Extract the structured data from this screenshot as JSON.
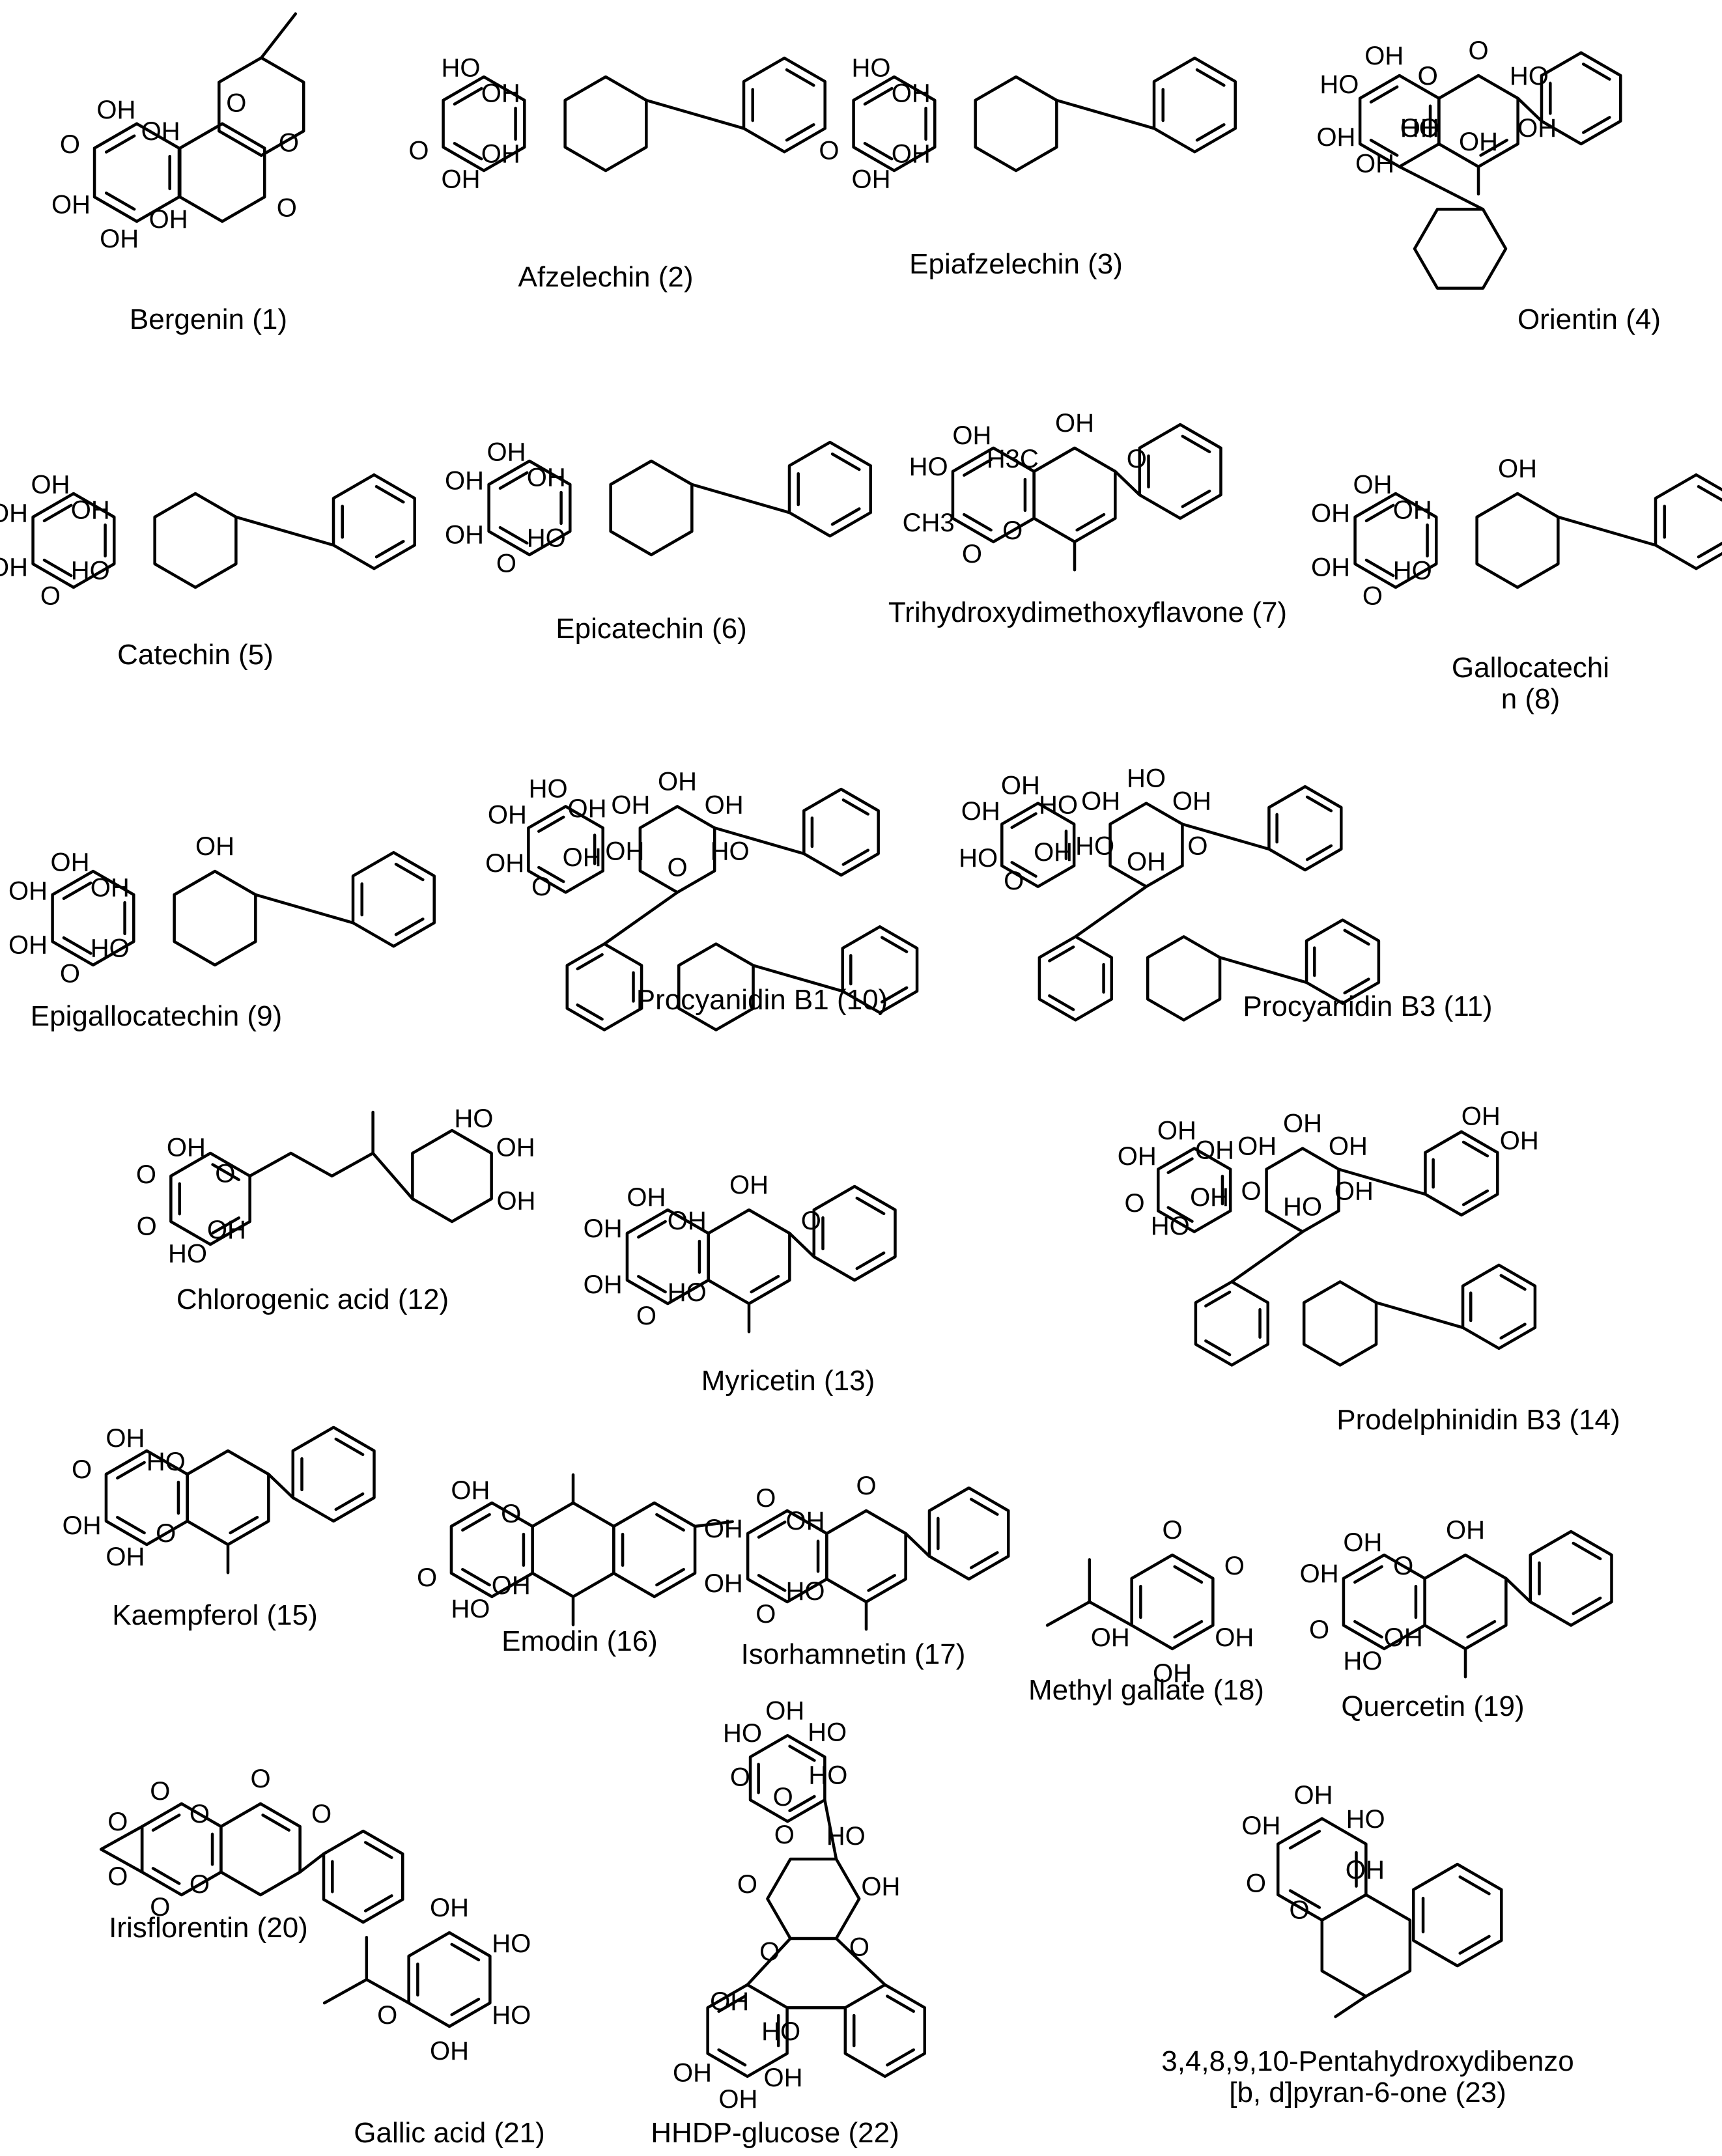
{
  "figure": {
    "background": "#ffffff",
    "ink": "#000000",
    "compounds": [
      {
        "id": "c1",
        "caption": [
          "Bergenin (1)"
        ],
        "labels": [
          "OH",
          "OH",
          "OH",
          "OH",
          "OH",
          "O",
          "O",
          "O",
          "O"
        ],
        "scaffold": "bergenin"
      },
      {
        "id": "c2",
        "caption": [
          "Afzelechin (2)"
        ],
        "labels": [
          "HO",
          "OH",
          "OH",
          "OH",
          "O"
        ],
        "scaffold": "flavan"
      },
      {
        "id": "c3",
        "caption": [
          "Epiafzelechin (3)"
        ],
        "labels": [
          "HO",
          "OH",
          "OH",
          "OH",
          "O"
        ],
        "scaffold": "flavan"
      },
      {
        "id": "c4",
        "caption": [
          "Orientin (4)"
        ],
        "labels": [
          "OH",
          "O",
          "HO",
          "OH",
          "OH",
          "HO",
          "O",
          "HO",
          "OH",
          "OH",
          "OH",
          "O"
        ],
        "scaffold": "flavone-glucoside"
      },
      {
        "id": "c5",
        "caption": [
          "Catechin (5)"
        ],
        "labels": [
          "OH",
          "OH",
          "HO",
          "O",
          "OH",
          "OH"
        ],
        "scaffold": "flavan"
      },
      {
        "id": "c6",
        "caption": [
          "Epicatechin (6)"
        ],
        "labels": [
          "OH",
          "OH",
          "HO",
          "O",
          "OH",
          "OH"
        ],
        "scaffold": "flavan"
      },
      {
        "id": "c7",
        "caption": [
          "Trihydroxydimethoxyflavone (7)"
        ],
        "labels": [
          "OH",
          "H3C",
          "O",
          "O",
          "CH3",
          "HO",
          "OH",
          "O"
        ],
        "scaffold": "flavone"
      },
      {
        "id": "c8",
        "caption": [
          "Gallocatechi",
          "n (8)"
        ],
        "labels": [
          "OH",
          "OH",
          "HO",
          "O",
          "OH",
          "OH",
          "OH"
        ],
        "scaffold": "flavan"
      },
      {
        "id": "c9",
        "caption": [
          "Epigallocatechin (9)"
        ],
        "labels": [
          "OH",
          "OH",
          "HO",
          "O",
          "OH",
          "OH",
          "OH"
        ],
        "scaffold": "flavan"
      },
      {
        "id": "c10",
        "caption": [
          "Procyanidin B1 (10)"
        ],
        "labels": [
          "HO",
          "OH",
          "OH",
          "O",
          "OH",
          "OH",
          "OH",
          "OH",
          "HO",
          "O",
          "OH",
          "OH"
        ],
        "scaffold": "dimer"
      },
      {
        "id": "c11",
        "caption": [
          "Procyanidin B3 (11)"
        ],
        "labels": [
          "OH",
          "HO",
          "OH",
          "O",
          "HO",
          "OH",
          "HO",
          "OH",
          "O",
          "OH",
          "HO",
          "OH"
        ],
        "scaffold": "dimer"
      },
      {
        "id": "c12",
        "caption": [
          "Chlorogenic acid (12)"
        ],
        "labels": [
          "OH",
          "O",
          "OH",
          "HO",
          "O",
          "O",
          "HO",
          "OH",
          "OH"
        ],
        "scaffold": "ester"
      },
      {
        "id": "c13",
        "caption": [
          "Myricetin (13)"
        ],
        "labels": [
          "OH",
          "OH",
          "HO",
          "O",
          "OH",
          "OH",
          "OH",
          "O"
        ],
        "scaffold": "flavone"
      },
      {
        "id": "c14",
        "caption": [
          "Prodelphinidin B3 (14)"
        ],
        "labels": [
          "OH",
          "OH",
          "OH",
          "HO",
          "O",
          "OH",
          "OH",
          "OH",
          "OH",
          "HO",
          "O",
          "OH",
          "OH",
          "OH"
        ],
        "scaffold": "dimer"
      },
      {
        "id": "c15",
        "caption": [
          "Kaempferol (15)"
        ],
        "labels": [
          "OH",
          "HO",
          "O",
          "OH",
          "OH",
          "O"
        ],
        "scaffold": "flavone"
      },
      {
        "id": "c16",
        "caption": [
          "Emodin (16)"
        ],
        "labels": [
          "OH",
          "O",
          "OH",
          "HO",
          "O"
        ],
        "scaffold": "anthraquinone"
      },
      {
        "id": "c17",
        "caption": [
          "Isorhamnetin (17)"
        ],
        "labels": [
          "O",
          "OH",
          "HO",
          "O",
          "OH",
          "OH",
          "O"
        ],
        "scaffold": "flavone"
      },
      {
        "id": "c18",
        "caption": [
          "Methyl gallate (18)"
        ],
        "labels": [
          "O",
          "O",
          "OH",
          "OH",
          "OH"
        ],
        "scaffold": "benzoate"
      },
      {
        "id": "c19",
        "caption": [
          "Quercetin (19)"
        ],
        "labels": [
          "OH",
          "O",
          "OH",
          "HO",
          "O",
          "OH",
          "OH"
        ],
        "scaffold": "flavone"
      },
      {
        "id": "c20",
        "caption": [
          "Irisflorentin (20)"
        ],
        "labels": [
          "O",
          "O",
          "O",
          "O",
          "O",
          "O",
          "O",
          "O"
        ],
        "scaffold": "isoflavone"
      },
      {
        "id": "c21",
        "caption": [
          "Gallic acid (21)"
        ],
        "labels": [
          "OH",
          "HO",
          "HO",
          "OH",
          "O"
        ],
        "scaffold": "benzoate"
      },
      {
        "id": "c22",
        "caption": [
          "HHDP-glucose (22)"
        ],
        "labels": [
          "OH",
          "HO",
          "HO",
          "O",
          "O",
          "HO",
          "OH",
          "O",
          "O",
          "O",
          "O",
          "HO",
          "OH",
          "HO",
          "OH",
          "OH",
          "OH"
        ],
        "scaffold": "ellagitannin"
      },
      {
        "id": "c23",
        "caption": [
          "3,4,8,9,10-Pentahydroxydibenzo",
          "[b, d]pyran-6-one (23)"
        ],
        "labels": [
          "OH",
          "HO",
          "OH",
          "O",
          "O",
          "OH",
          "OH"
        ],
        "scaffold": "dibenzopyranone"
      }
    ]
  }
}
